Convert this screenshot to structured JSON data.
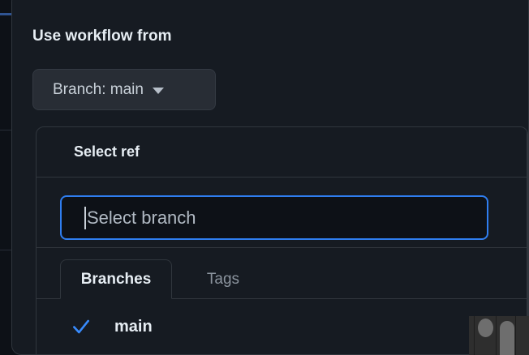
{
  "dialog": {
    "title": "Use workflow from",
    "branch_button": {
      "label": "Branch: main",
      "caret_icon": "chevron-down-icon"
    }
  },
  "ref_panel": {
    "title": "Select ref",
    "filter": {
      "value": "",
      "placeholder": "Select branch",
      "focused": true
    },
    "tabs": [
      {
        "label": "Branches",
        "active": true
      },
      {
        "label": "Tags",
        "active": false
      }
    ],
    "items": [
      {
        "label": "main",
        "selected": true,
        "check_icon": "check-icon"
      }
    ]
  },
  "colors": {
    "accent_blue": "#2f7ef0",
    "check_blue": "#388bfd",
    "dialog_bg": "#161b22",
    "page_bg": "#0d1117",
    "border": "#30363d",
    "text_primary": "#e6edf3",
    "text_muted": "#8b949e"
  }
}
